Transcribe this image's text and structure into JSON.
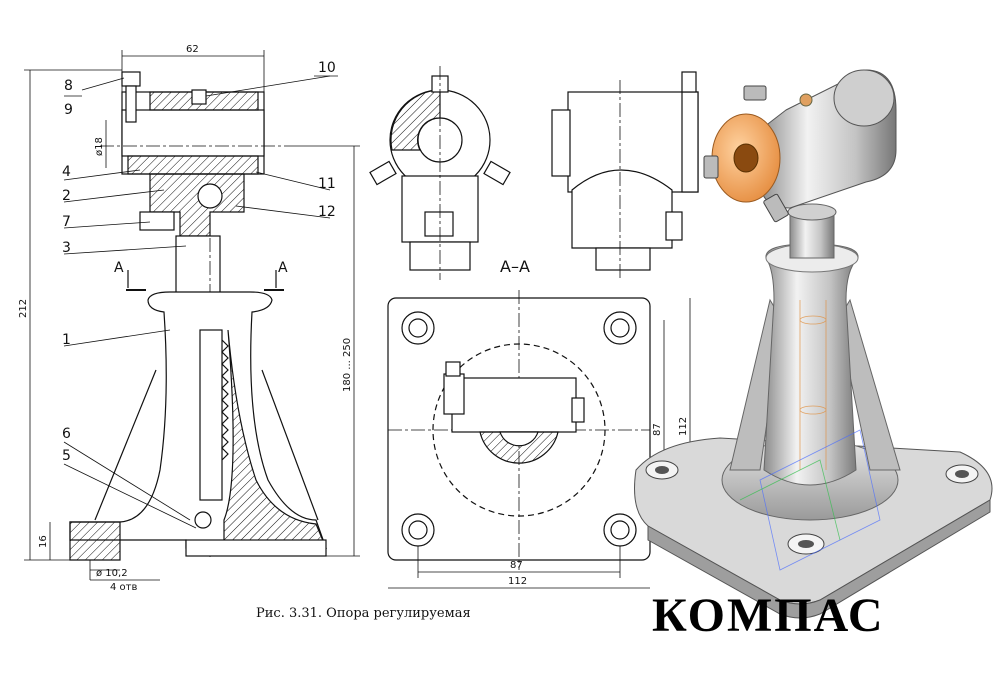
{
  "caption": "Рис. 3.31. Опора регулируемая",
  "brand": "КОМПАС",
  "section_title": "А–А",
  "section_marks": [
    "А",
    "А"
  ],
  "callouts": [
    "8",
    "9",
    "10",
    "4",
    "2",
    "7",
    "3",
    "1",
    "6",
    "5",
    "11",
    "12"
  ],
  "dimensions": {
    "top_width": "62",
    "bore": "ø18",
    "overall_height": "212",
    "range": "180 ... 250",
    "base_height": "16",
    "hole_dia": "ø 10,2",
    "hole_count": "4 отв",
    "plan_inner_v": "87",
    "plan_outer_v": "112",
    "plan_inner_h": "87",
    "plan_outer_h": "112"
  },
  "colors": {
    "line": "#111111",
    "accent": "#f0a05a",
    "render_gray": "#c9c9c9"
  }
}
